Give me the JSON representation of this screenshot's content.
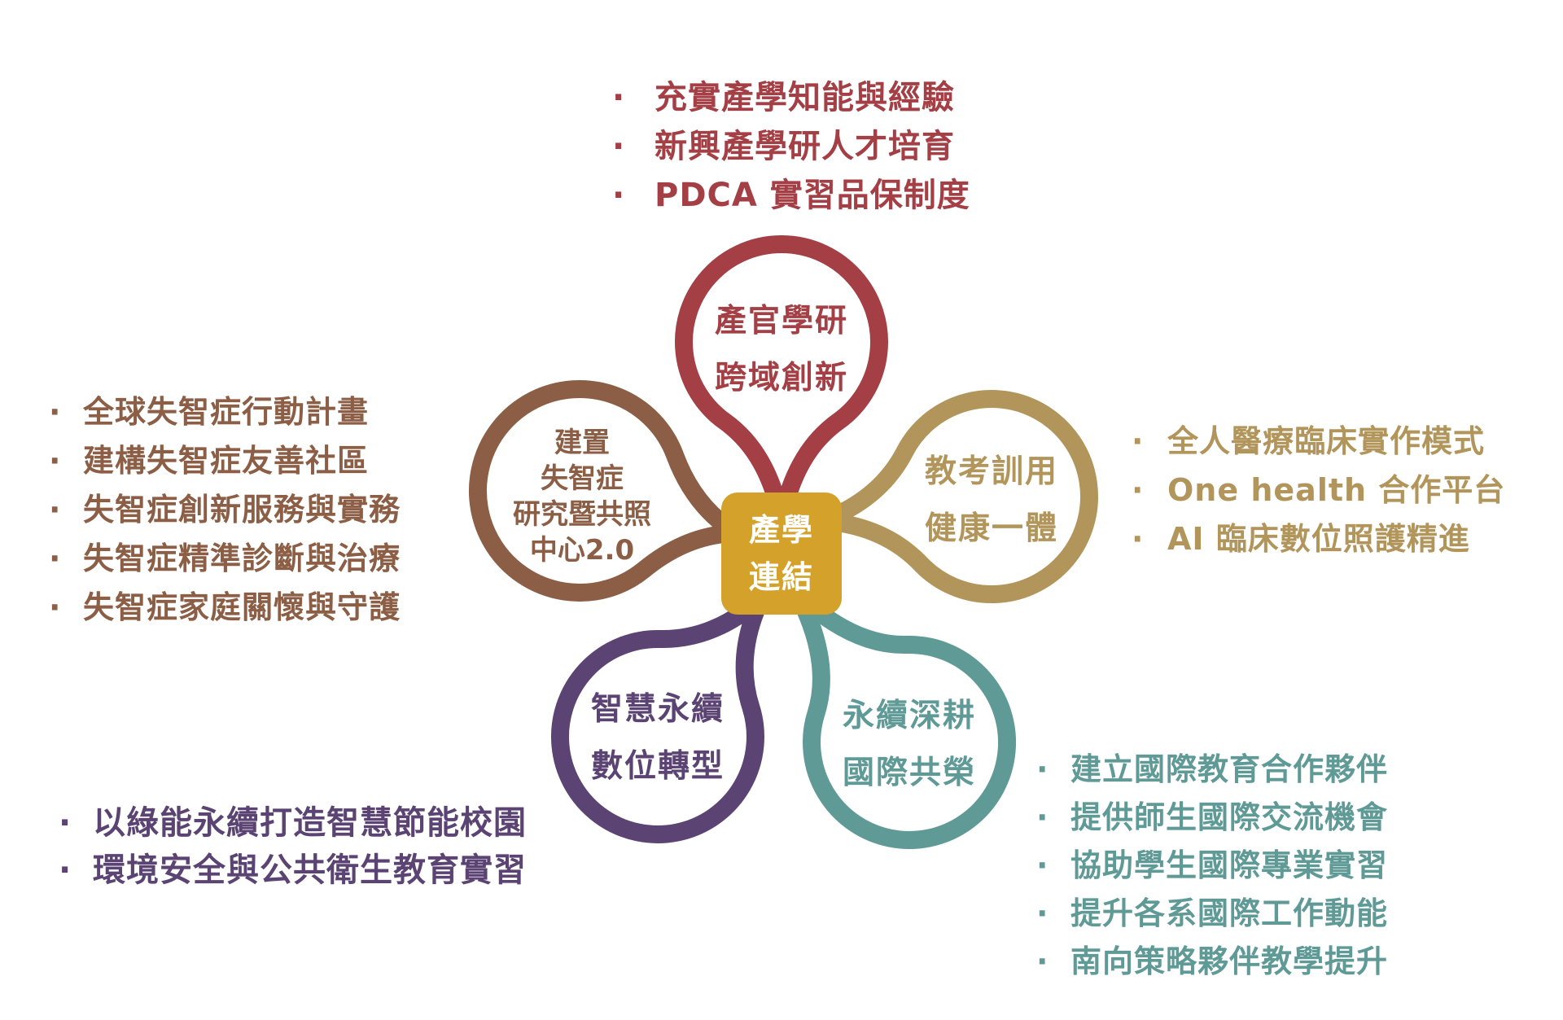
{
  "colors": {
    "red": "#a33f45",
    "gold": "#b1955a",
    "teal": "#5f9a97",
    "purple": "#5b4473",
    "brown": "#8b5e45",
    "center": "#d4a12a"
  },
  "center": {
    "line1": "產學",
    "line2": "連結"
  },
  "petals": {
    "top": {
      "line1": "產官學研",
      "line2": "跨域創新"
    },
    "right": {
      "line1": "教考訓用",
      "line2": "健康一體"
    },
    "bottom_right": {
      "line1": "永續深耕",
      "line2": "國際共榮"
    },
    "bottom_left": {
      "line1": "智慧永續",
      "line2": "數位轉型"
    },
    "left": {
      "line1": "建置",
      "line2": "失智症",
      "line3": "研究暨共照",
      "line4": "中心2.0"
    }
  },
  "lists": {
    "top": [
      "充實產學知能與經驗",
      "新興產學研人才培育",
      "PDCA 實習品保制度"
    ],
    "left": [
      "全球失智症行動計畫",
      "建構失智症友善社區",
      "失智症創新服務與實務",
      "失智症精準診斷與治療",
      "失智症家庭關懷與守護"
    ],
    "right": [
      "全人醫療臨床實作模式",
      "One health 合作平台",
      "AI 臨床數位照護精進"
    ],
    "bottom_left": [
      "以綠能永續打造智慧節能校園",
      "環境安全與公共衛生教育實習"
    ],
    "bottom_right": [
      "建立國際教育合作夥伴",
      "提供師生國際交流機會",
      "協助學生國際專業實習",
      "提升各系國際工作動能",
      "南向策略夥伴教學提升"
    ]
  },
  "bullet_char": "·"
}
